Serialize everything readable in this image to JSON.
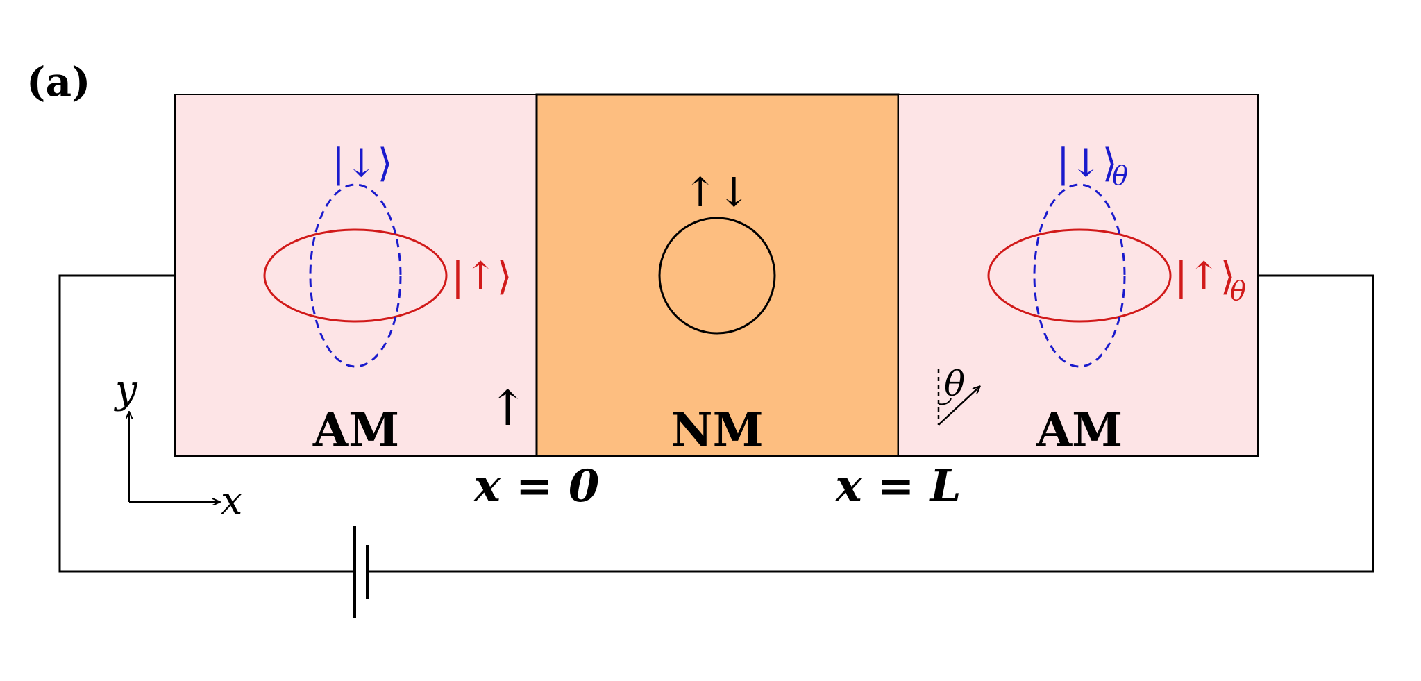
{
  "panel_label": "(a)",
  "colors": {
    "am_fill": "#fde4e6",
    "nm_fill": "#fdbe80",
    "spin_up": "#d11a1a",
    "spin_down": "#1a1acc",
    "line": "#000000"
  },
  "left_region": {
    "label": "AM",
    "spin_down_ket": "|↓⟩",
    "spin_up_ket": "|↑⟩",
    "magnetization_arrow": "↑"
  },
  "middle_region": {
    "label": "NM",
    "spin_symbol": "↑↓"
  },
  "right_region": {
    "label": "AM",
    "spin_down_ket": "|↓⟩",
    "spin_up_ket": "|↑⟩",
    "ket_subscript": "θ",
    "angle_label": "θ"
  },
  "interfaces": {
    "left": "x = 0",
    "right": "x = L"
  },
  "axes": {
    "x": "x",
    "y": "y"
  },
  "icons": {
    "battery": "battery-icon"
  }
}
